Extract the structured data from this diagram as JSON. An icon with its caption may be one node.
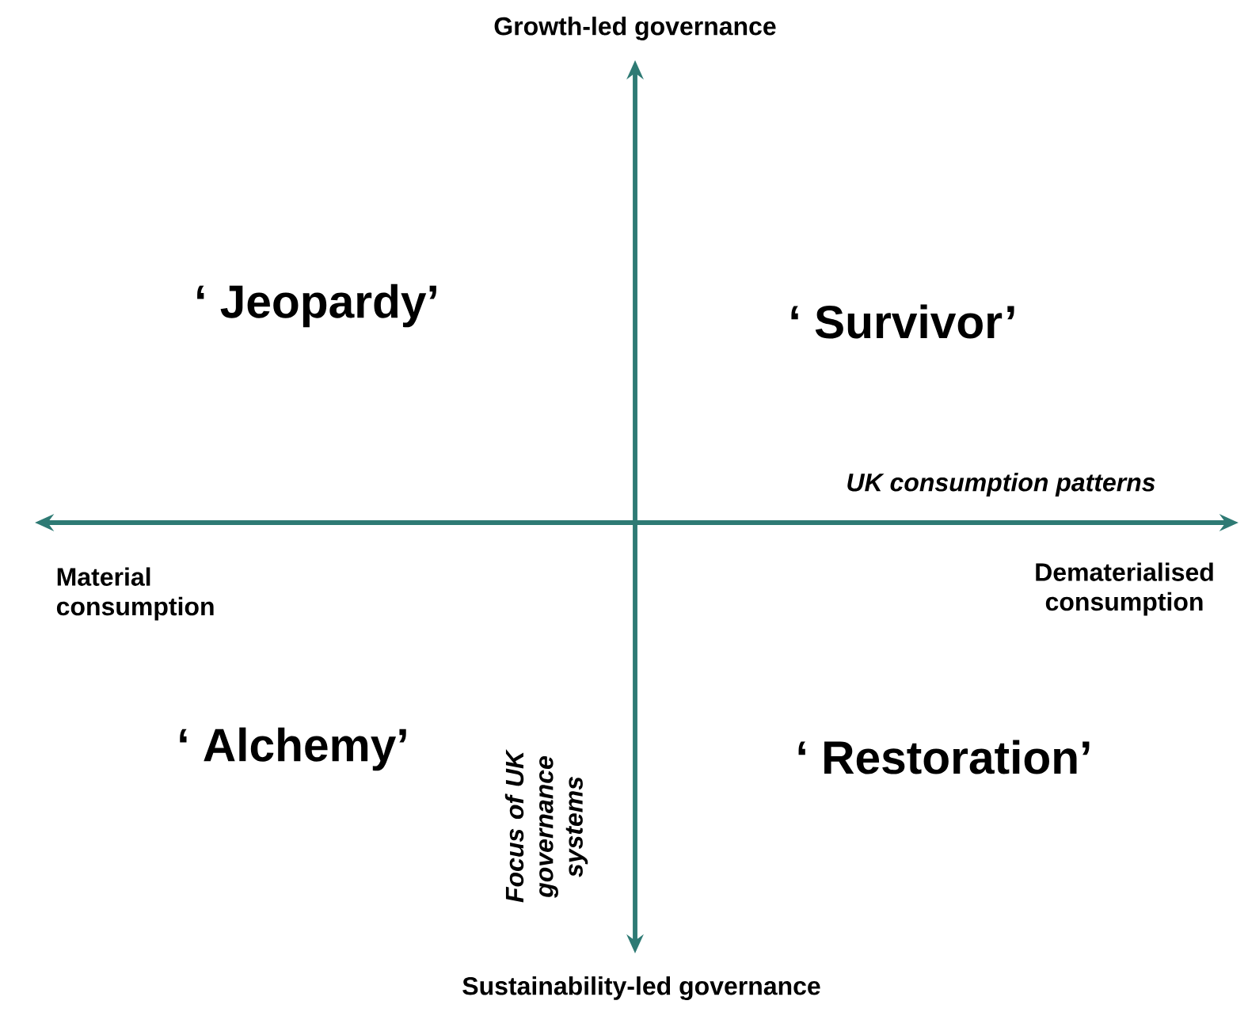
{
  "diagram": {
    "labels": [
      "Growth-led governance",
      "‘ Jeopardy’",
      "‘ Survivor’",
      "UK consumption patterns",
      "Material consumption",
      "Dematerialised consumption",
      "‘ Alchemy’",
      "Focus of UK governance systems",
      "‘ Restoration’",
      "Sustainability-led governance"
    ]
  }
}
